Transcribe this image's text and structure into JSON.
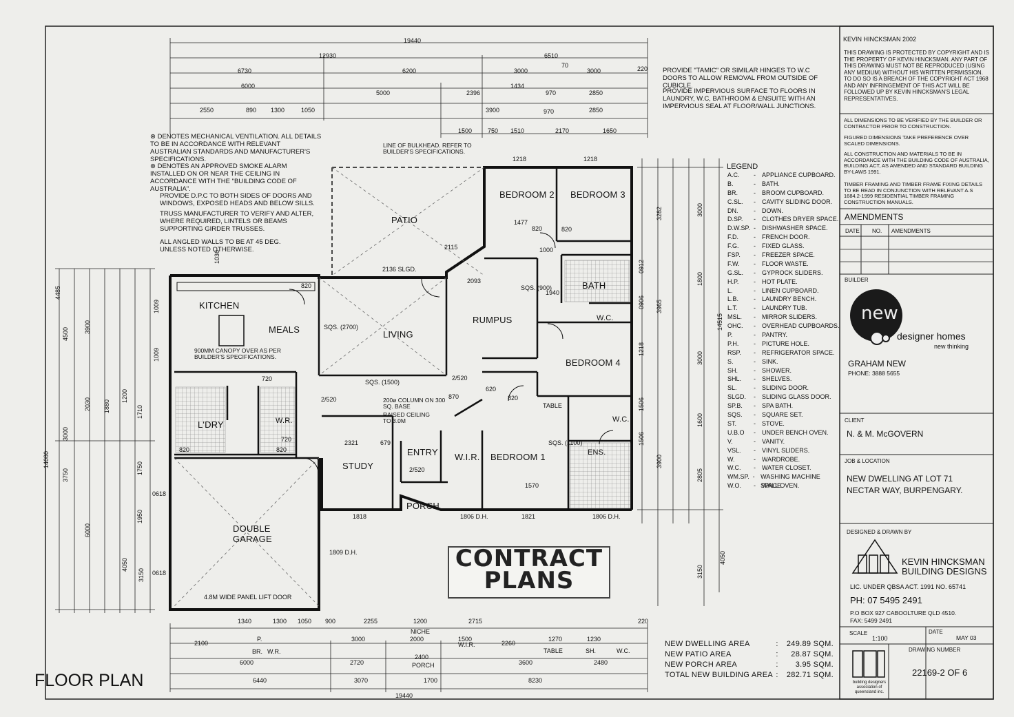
{
  "title": "FLOOR PLAN",
  "copyright": {
    "owner": "KEVIN HINCKSMAN 2002",
    "notice": "THIS DRAWING IS PROTECTED BY COPYRIGHT AND IS THE PROPERTY OF KEVIN HINCKSMAN. ANY PART OF THIS DRAWING MUST NOT BE REPRODUCED (USING ANY MEDIUM) WITHOUT HIS WRITTEN PERMISSION. TO DO SO IS A BREACH OF THE COPYRIGHT ACT 1968 AND ANY INFRINGEMENT OF THIS ACT WILL BE FOLLOWED UP BY KEVIN HINCKSMAN'S LEGAL REPRESENTATIVES."
  },
  "general_notes": [
    "ALL DIMENSIONS TO BE VERIFIED BY THE BUILDER OR CONTRACTOR PRIOR TO CONSTRUCTION.",
    "FIGURED DIMENSIONS TAKE PREFERENCE OVER SCALED DIMENSIONS.",
    "ALL CONSTRUCTION AND MATERIALS TO BE IN ACCORDANCE WITH THE BUILDING CODE OF AUSTRALIA, BUILDING ACT, AS AMENDED AND STANDARD BUILDING BY-LAWS 1991.",
    "TIMBER FRAMING AND TIMBER FRAME FIXING DETAILS TO BE READ IN CONJUNCTION WITH RELEVANT A.S 1684.2-1999 RESIDENTIAL TIMBER FRAMING CONSTRUCTION MANUALS."
  ],
  "amendments": {
    "heading": "AMENDMENTS",
    "col_date": "DATE",
    "col_no": "NO.",
    "col_amend": "AMENDMENTS"
  },
  "builder": {
    "label": "BUILDER",
    "logo_word": "new",
    "company": "designer homes",
    "tagline": "new thinking",
    "name": "GRAHAM NEW",
    "phone": "PHONE: 3888 5655"
  },
  "client": {
    "label": "CLIENT",
    "name": "N. & M. McGOVERN"
  },
  "job": {
    "label": "JOB & LOCATION",
    "line1": "NEW DWELLING AT LOT 71",
    "line2": "NECTAR WAY, BURPENGARY."
  },
  "designer": {
    "label": "DESIGNED & DRAWN BY",
    "name1": "KEVIN HINCKSMAN",
    "name2": "BUILDING DESIGNS",
    "licence": "LIC. UNDER QBSA ACT. 1991 NO. 65741",
    "phone": "PH: 07 5495 2491",
    "po": "P.O BOX 927 CABOOLTURE QLD 4510.",
    "fax": "FAX: 5499 2491"
  },
  "drawing": {
    "scale_label": "SCALE",
    "scale": "1:100",
    "date_label": "DATE",
    "date": "MAY 03",
    "number_label": "DRAWING NUMBER",
    "number": "22169-2 OF 6",
    "assoc": "building designers association of queensland inc."
  },
  "stamp": {
    "line1": "CONTRACT",
    "line2": "PLANS"
  },
  "notes_left": [
    "⊗ DENOTES MECHANICAL VENTILATION. ALL DETAILS TO BE IN ACCORDANCE WITH RELEVANT AUSTRALIAN STANDARDS AND MANUFACTURER'S SPECIFICATIONS.",
    "⊛ DENOTES AN APPROVED SMOKE ALARM INSTALLED ON OR NEAR THE CEILING IN ACCORDANCE WITH THE \"BUILDING CODE OF AUSTRALIA\".",
    "PROVIDE D.P.C TO BOTH SIDES OF DOORS AND WINDOWS, EXPOSED HEADS AND BELOW SILLS.",
    "TRUSS MANUFACTURER TO VERIFY AND ALTER, WHERE REQUIRED, LINTELS OR BEAMS SUPPORTING GIRDER TRUSSES.",
    "ALL ANGLED WALLS TO BE AT 45 DEG. UNLESS NOTED OTHERWISE."
  ],
  "notes_top": [
    "PROVIDE \"TAMIC\" OR SIMILAR HINGES TO W.C DOORS TO ALLOW REMOVAL FROM OUTSIDE OF CUBICLE.",
    "PROVIDE IMPERVIOUS SURFACE TO FLOORS IN LAUNDRY, W.C, BATHROOM & ENSUITE WITH AN IMPERVIOUS SEAL AT FLOOR/WALL JUNCTIONS."
  ],
  "bulkhead_note": "LINE OF BULKHEAD. REFER TO BUILDER'S SPECIFICATIONS.",
  "canopy_note": "900MM CANOPY OVER AS PER BUILDER'S SPECIFICATIONS.",
  "column_note": "200ø COLUMN ON 300 SQ. BASE",
  "ceiling_note": "RAISED CEILING TO 3.0M",
  "garage_door": "4.8M WIDE PANEL LIFT DOOR",
  "legend": {
    "heading": "LEGEND",
    "items": [
      [
        "A.C.",
        "APPLIANCE CUPBOARD."
      ],
      [
        "B.",
        "BATH."
      ],
      [
        "BR.",
        "BROOM CUPBOARD."
      ],
      [
        "C.SL.",
        "CAVITY SLIDING DOOR."
      ],
      [
        "DN.",
        "DOWN."
      ],
      [
        "D.SP.",
        "CLOTHES DRYER SPACE."
      ],
      [
        "D.W.SP.",
        "DISHWASHER SPACE."
      ],
      [
        "F.D.",
        "FRENCH DOOR."
      ],
      [
        "F.G.",
        "FIXED GLASS."
      ],
      [
        "FSP.",
        "FREEZER SPACE."
      ],
      [
        "F.W.",
        "FLOOR WASTE."
      ],
      [
        "G.SL.",
        "GYPROCK SLIDERS."
      ],
      [
        "H.P.",
        "HOT PLATE."
      ],
      [
        "L.",
        "LINEN CUPBOARD."
      ],
      [
        "L.B.",
        "LAUNDRY BENCH."
      ],
      [
        "L.T.",
        "LAUNDRY TUB."
      ],
      [
        "MSL.",
        "MIRROR SLIDERS."
      ],
      [
        "OHC.",
        "OVERHEAD CUPBOARDS."
      ],
      [
        "P.",
        "PANTRY."
      ],
      [
        "P.H.",
        "PICTURE HOLE."
      ],
      [
        "RSP.",
        "REFRIGERATOR SPACE."
      ],
      [
        "S.",
        "SINK."
      ],
      [
        "SH.",
        "SHOWER."
      ],
      [
        "SHL.",
        "SHELVES."
      ],
      [
        "SL.",
        "SLIDING DOOR."
      ],
      [
        "SLGD.",
        "SLIDING GLASS DOOR."
      ],
      [
        "SP.B.",
        "SPA BATH."
      ],
      [
        "SQS.",
        "SQUARE SET."
      ],
      [
        "ST.",
        "STOVE."
      ],
      [
        "U.B.O",
        "UNDER BENCH OVEN."
      ],
      [
        "V.",
        "VANITY."
      ],
      [
        "VSL.",
        "VINYL SLIDERS."
      ],
      [
        "W.",
        "WARDROBE."
      ],
      [
        "W.C.",
        "WATER CLOSET."
      ],
      [
        "WM.SP.",
        "WASHING MACHINE SPACE."
      ],
      [
        "W.O.",
        "WALL OVEN."
      ]
    ]
  },
  "areas": [
    {
      "label": "NEW DWELLING AREA",
      "value": "249.89 SQM."
    },
    {
      "label": "NEW PATIO AREA",
      "value": "28.87 SQM."
    },
    {
      "label": "NEW PORCH AREA",
      "value": "3.95 SQM."
    },
    {
      "label": "TOTAL NEW BUILDING AREA",
      "value": "282.71 SQM."
    }
  ],
  "rooms": {
    "patio": "PATIO",
    "bed2": "BEDROOM 2",
    "bed3": "BEDROOM 3",
    "bath": "BATH",
    "wc": "W.C.",
    "kitchen": "KITCHEN",
    "meals": "MEALS",
    "living": "LIVING",
    "rumpus": "RUMPUS",
    "bed4": "BEDROOM 4",
    "ldry": "L'DRY",
    "wr": "W.R.",
    "study": "STUDY",
    "entry": "ENTRY",
    "wir": "W.I.R.",
    "bed1": "BEDROOM 1",
    "wc2": "W.C.",
    "ens": "ENS.",
    "porch": "PORCH",
    "garage1": "DOUBLE",
    "garage2": "GARAGE",
    "table": "TABLE"
  },
  "dims_top": [
    "19440",
    "12930",
    "6510",
    "6730",
    "6200",
    "3000",
    "3000",
    "6000",
    "5000",
    "2396",
    "1434",
    "970",
    "2850",
    "2550",
    "890",
    "1300",
    "1050",
    "3900",
    "970",
    "2850",
    "1500",
    "750",
    "1510",
    "2170",
    "1650",
    "220",
    "70"
  ],
  "dims_bottom": [
    "19440",
    "6440",
    "3070",
    "1700",
    "8230",
    "6000",
    "2720",
    "2400",
    "3600",
    "2480",
    "2100",
    "3000",
    "2000",
    "1500",
    "2260",
    "1270",
    "1230",
    "1340",
    "1300",
    "1050",
    "900",
    "2255",
    "1200",
    "2715",
    "220",
    "PORCH",
    "NICHE",
    "TABLE",
    "W.I.R.",
    "SH.",
    "W.C.",
    "W.R.",
    "BR.",
    "P."
  ],
  "dims_left": [
    "14080",
    "4485",
    "4500",
    "3900",
    "3000",
    "3750",
    "6000",
    "4050",
    "3150",
    "2030",
    "1880",
    "1200",
    "1710",
    "1750",
    "1950",
    "1036",
    "1009",
    "1009"
  ],
  "dims_right": [
    "14515",
    "3282",
    "3000",
    "3965",
    "1800",
    "3000",
    "1600",
    "3900",
    "2805",
    "4050",
    "3150",
    "0912",
    "0906",
    "1218",
    "1506",
    "1506"
  ],
  "interior_dims": [
    "1218",
    "1218",
    "1477",
    "820",
    "820",
    "1000",
    "2115",
    "2136 SLGD.",
    "2093",
    "1940",
    "SQS. (900)",
    "SQS. (2700)",
    "SQS. (1500)",
    "820",
    "2/520",
    "2/520",
    "870",
    "620",
    "820",
    "2321",
    "679",
    "1818",
    "1806 D.H.",
    "1821",
    "1806 D.H.",
    "1809 D.H.",
    "SQS. (1100)",
    "1570",
    "0618",
    "0618",
    "720",
    "720",
    "820",
    "820",
    "2/520"
  ]
}
